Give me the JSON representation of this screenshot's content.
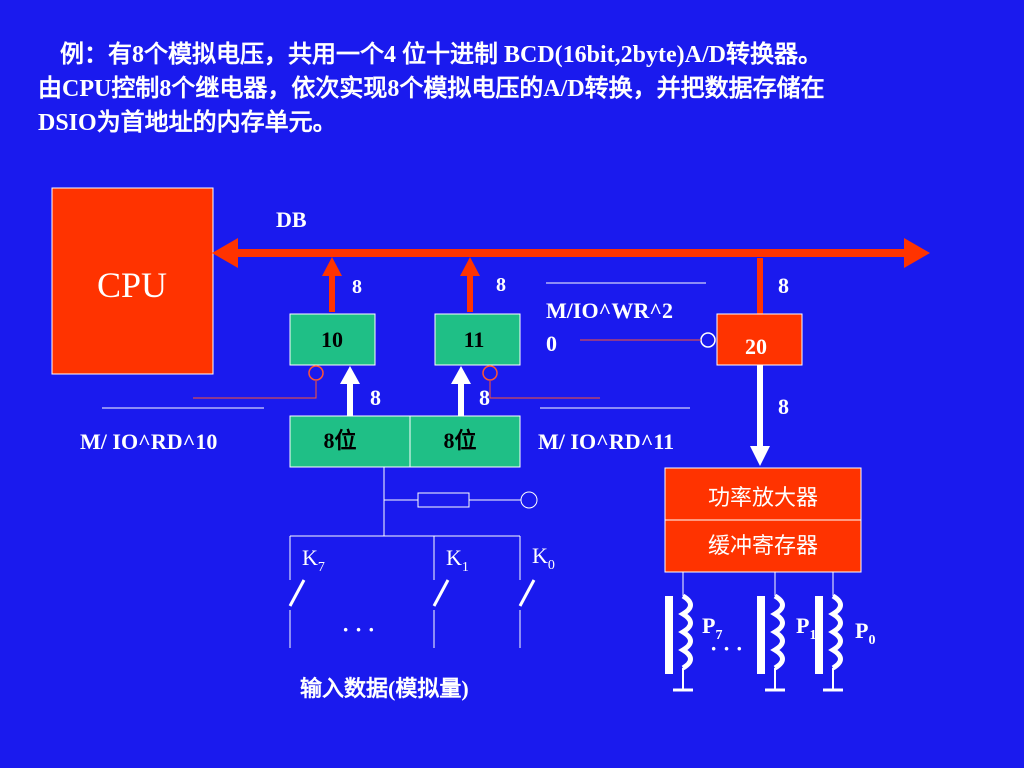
{
  "description": {
    "line1": "例：有8个模拟电压，共用一个4 位十进制 BCD(16bit,2byte)A/D转换器。",
    "line2": "由CPU控制8个继电器，依次实现8个模拟电压的A/D转换，并把数据存储在",
    "line3": "DSIO为首地址的内存单元。"
  },
  "cpu": {
    "label": "CPU"
  },
  "bus": {
    "label": "DB"
  },
  "widths": {
    "w_port10": "8",
    "w_port11": "8",
    "w_port20": "8",
    "w_in_left": "8",
    "w_in_right": "8",
    "w_out": "8"
  },
  "ports": {
    "p10": "10",
    "p11": "11",
    "p20": "20"
  },
  "inputs": {
    "left": "8位",
    "right": "8位"
  },
  "signals": {
    "wr_line1": "M/IO^WR^2",
    "wr_line2": "0",
    "rd10": "M/ IO^RD^10",
    "rd11": "M/ IO^RD^11"
  },
  "amp": {
    "line1": "功率放大器",
    "line2": "缓冲寄存器"
  },
  "switches": {
    "k7": "K",
    "k7_sub": "7",
    "k1": "K",
    "k1_sub": "1",
    "k0": "K",
    "k0_sub": "0",
    "dots": "· · ·"
  },
  "input_caption": "输入数据(模拟量)",
  "relays": {
    "p7": "P",
    "p7_sub": "7",
    "p1": "P",
    "p1_sub": "1",
    "p0": "P",
    "p0_sub": "0",
    "dots": "· · ·"
  },
  "colors": {
    "background": "#1a1aee",
    "cpu": "#ff3300",
    "bus": "#ff3300",
    "port_box": "#1fbf86",
    "amp_box": "#ff3300",
    "lines": "#ffffff",
    "signal_line": "#ff5533"
  }
}
